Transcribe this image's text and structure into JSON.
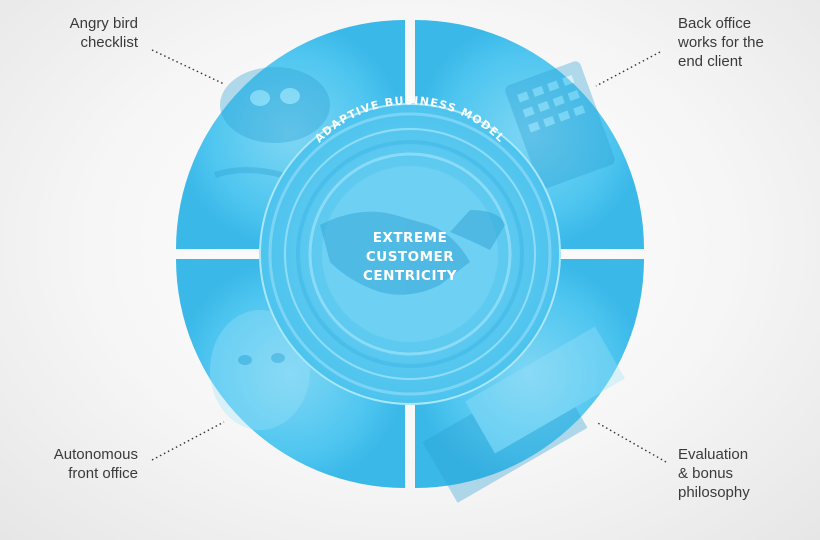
{
  "diagram": {
    "center_lines": [
      "EXTREME",
      "CUSTOMER",
      "CENTRICITY"
    ],
    "ring_label": "ADAPTIVE BUSINESS MODEL",
    "quadrants": {
      "top_left": "Angry bird\nchecklist",
      "top_right": "Back office\nworks for the\nend client",
      "bottom_left": "Autonomous\nfront office",
      "bottom_right": "Evaluation\n& bonus\nphilosophy"
    },
    "colors": {
      "primary_blue": "#45c2ee",
      "light_blue": "#8fdcf6",
      "dark_blue": "#2fa7d8"
    }
  }
}
